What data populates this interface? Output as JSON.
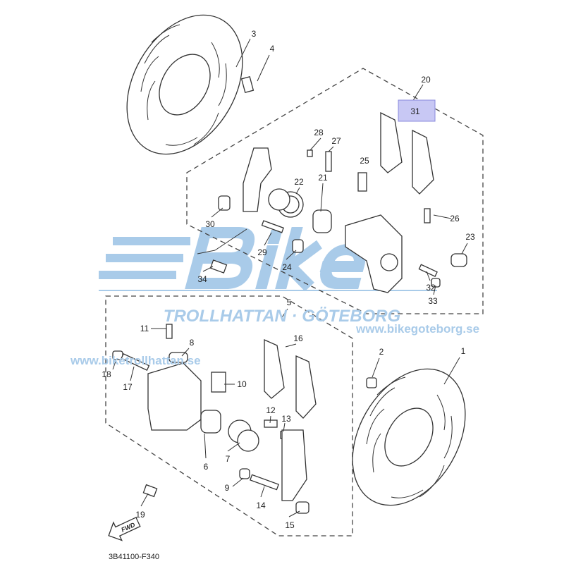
{
  "diagram": {
    "code": "3B41100-F340",
    "fwd": "FWD",
    "labels": {
      "p1": "1",
      "p2": "2",
      "p3": "3",
      "p4": "4",
      "p5": "5",
      "p6": "6",
      "p7": "7",
      "p8": "8",
      "p9": "9",
      "p10": "10",
      "p11": "11",
      "p12": "12",
      "p13": "13",
      "p14": "14",
      "p15": "15",
      "p16": "16",
      "p17": "17",
      "p18": "18",
      "p19": "19",
      "p20": "20",
      "p21": "21",
      "p22": "22",
      "p23": "23",
      "p24": "24",
      "p25": "25",
      "p26": "26",
      "p27": "27",
      "p28": "28",
      "p29": "29",
      "p30": "30",
      "p31": "31",
      "p32": "32",
      "p33": "33",
      "p34": "34"
    },
    "highlighted": "31",
    "highlight_color": "#c8c8f4"
  },
  "watermark": {
    "brand": "Bike",
    "tagline": "TROLLHATTAN · GÖTEBORG",
    "url_left": "www.biketrollhattan.se",
    "url_right": "www.bikegoteborg.se",
    "color": "#a9cbe9"
  }
}
